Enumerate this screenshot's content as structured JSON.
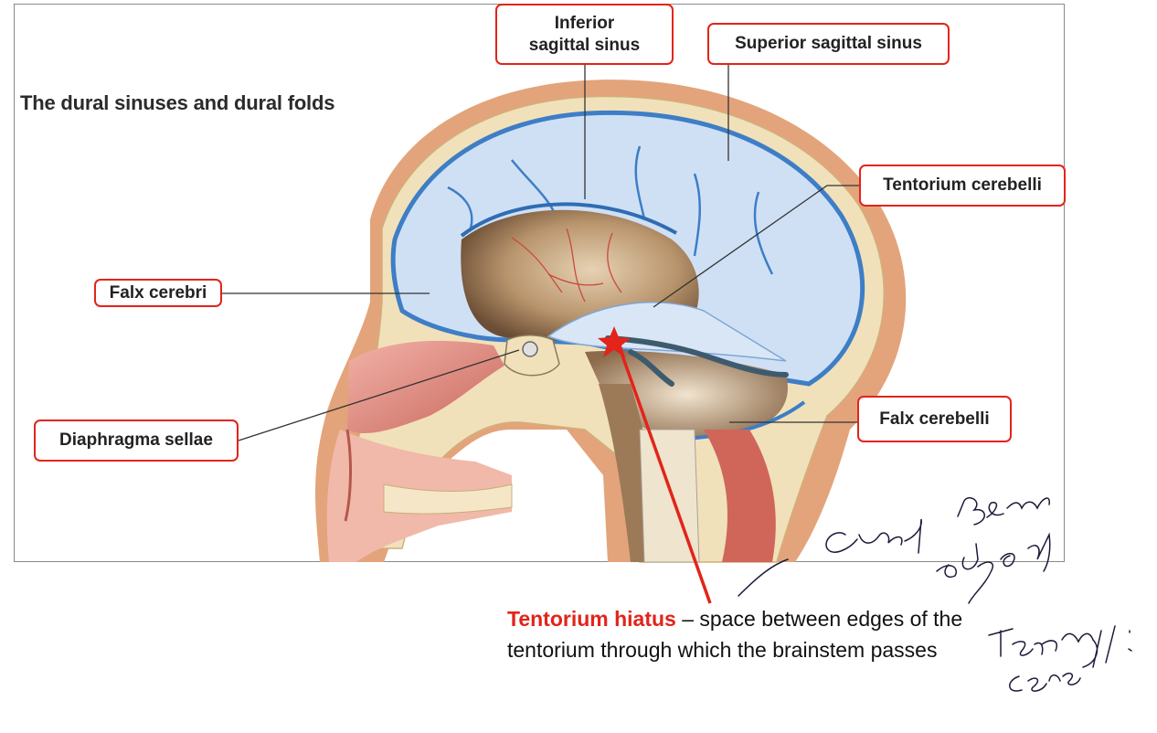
{
  "title": "The dural sinuses and dural folds",
  "labels": {
    "inferior_line1": "Inferior",
    "inferior_line2": "sagittal sinus",
    "superior": "Superior sagittal sinus",
    "tentorium": "Tentorium cerebelli",
    "falx_cerebri": "Falx cerebri",
    "diaphragma": "Diaphragma sellae",
    "falx_cerebelli": "Falx cerebelli"
  },
  "caption": {
    "highlight": "Tentorium hiatus",
    "text": " – space between edges of the tentorium through which the brainstem passes"
  },
  "handwriting": [
    "Gap betw",
    "edges of",
    "Tentor",
    "cerebelli"
  ],
  "colors": {
    "label_border": "#e2241a",
    "highlight": "#e2241a",
    "dura": "#c9dcf3",
    "sinus": "#3d7ec6",
    "bone": "#f0e0b8",
    "scalp": "#e2a276",
    "brain_cavity": "#9a7a5a"
  }
}
